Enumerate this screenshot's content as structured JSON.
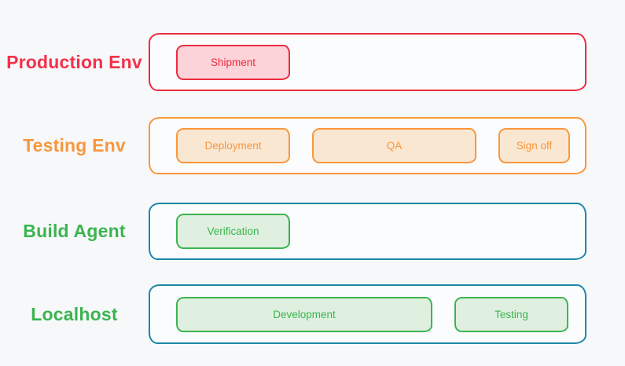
{
  "colors": {
    "background": "#f6f8fa",
    "container_fill": "#fbfcfd",
    "red_stroke": "#ee2b3f",
    "red_fill": "#fbd3d8",
    "red_label": "#f5304a",
    "orange_stroke": "#f8973c",
    "orange_fill": "#fae7d2",
    "green_stroke": "#3cb450",
    "green_fill": "#dff0e0",
    "teal_stroke": "#1c87a8"
  },
  "rows": [
    {
      "label": "Production Env",
      "label_color": "red",
      "container_color": "red",
      "boxes": [
        {
          "label": "Shipment",
          "color": "red"
        }
      ]
    },
    {
      "label": "Testing Env",
      "label_color": "orange",
      "container_color": "orange",
      "boxes": [
        {
          "label": "Deployment",
          "color": "orange"
        },
        {
          "label": "QA",
          "color": "orange"
        },
        {
          "label": "Sign off",
          "color": "orange"
        }
      ]
    },
    {
      "label": "Build Agent",
      "label_color": "green",
      "container_color": "teal",
      "boxes": [
        {
          "label": "Verification",
          "color": "green"
        }
      ]
    },
    {
      "label": "Localhost",
      "label_color": "green",
      "container_color": "teal",
      "boxes": [
        {
          "label": "Development",
          "color": "green"
        },
        {
          "label": "Testing",
          "color": "green"
        }
      ]
    }
  ]
}
